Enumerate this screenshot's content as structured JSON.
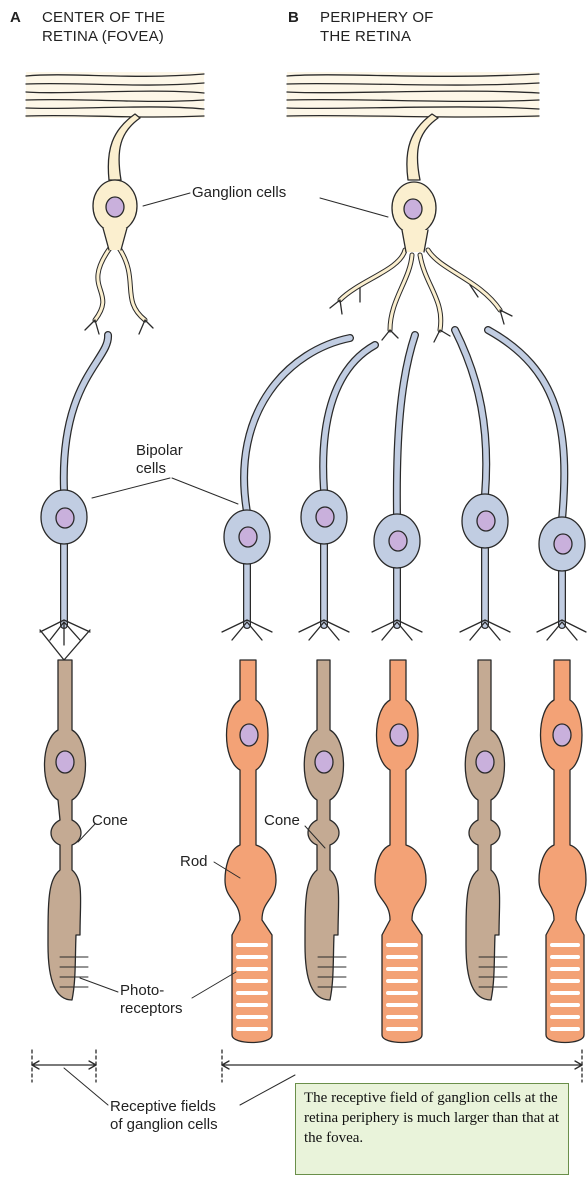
{
  "panel_a": {
    "letter": "A",
    "title": "CENTER OF THE\nRETINA (FOVEA)"
  },
  "panel_b": {
    "letter": "B",
    "title": "PERIPHERY OF\nTHE RETINA"
  },
  "labels": {
    "ganglion": "Ganglion cells",
    "bipolar": "Bipolar\ncells",
    "cone_a": "Cone",
    "cone_b": "Cone",
    "rod": "Rod",
    "photoreceptors": "Photo-\nreceptors",
    "receptive_fields": "Receptive fields\nof ganglion cells"
  },
  "note": "The receptive field of ganglion cells at the retina periphery is much larger than that at the fovea.",
  "colors": {
    "ganglion": "#fbefcf",
    "bipolar": "#c1cde2",
    "cone": "#c4aa93",
    "rod": "#f3a276",
    "nucleus": "#c9b0dc",
    "note_bg": "#e9f3da",
    "outline": "#2a2a2a"
  }
}
